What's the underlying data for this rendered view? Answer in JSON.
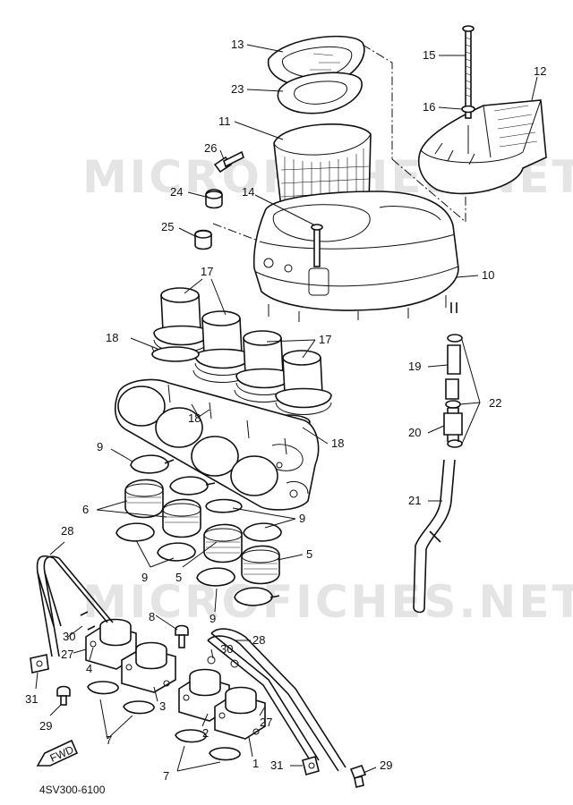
{
  "watermarks": [
    "MICROFICHES.NET",
    "MICROFICHES.NET"
  ],
  "diagram_code": "4SV300-6100",
  "fwd_label": "FWD",
  "callouts": {
    "c1": "1",
    "c2": "2",
    "c3": "3",
    "c4": "4",
    "c5a": "5",
    "c5b": "5",
    "c6": "6",
    "c7a": "7",
    "c7b": "7",
    "c8": "8",
    "c9a": "9",
    "c9b": "9",
    "c9c": "9",
    "c9d": "9",
    "c10": "10",
    "c11": "11",
    "c12": "12",
    "c13": "13",
    "c14": "14",
    "c15": "15",
    "c16": "16",
    "c17a": "17",
    "c17b": "17",
    "c18a": "18",
    "c18b": "18",
    "c18c": "18",
    "c19": "19",
    "c20": "20",
    "c21": "21",
    "c22": "22",
    "c23": "23",
    "c24": "24",
    "c25": "25",
    "c26": "26",
    "c27a": "27",
    "c27b": "27",
    "c28a": "28",
    "c28b": "28",
    "c29a": "29",
    "c29b": "29",
    "c30a": "30",
    "c30b": "30",
    "c31a": "31",
    "c31b": "31"
  }
}
